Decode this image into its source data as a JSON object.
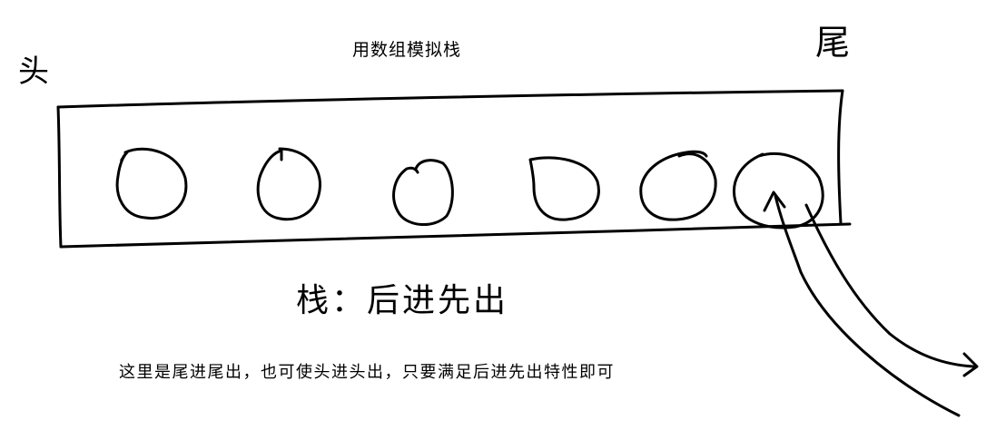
{
  "diagram": {
    "title": "用数组模拟栈",
    "head_label": "头",
    "tail_label": "尾",
    "rule": "栈：后进先出",
    "note": "这里是尾进尾出，也可使头进头出，只要满足后进先出特性即可",
    "element_count": 6,
    "arrows": [
      "push-arrow-into-tail",
      "pop-arrow-out-of-tail"
    ],
    "colors": {
      "ink": "#000000",
      "background": "#ffffff"
    }
  }
}
